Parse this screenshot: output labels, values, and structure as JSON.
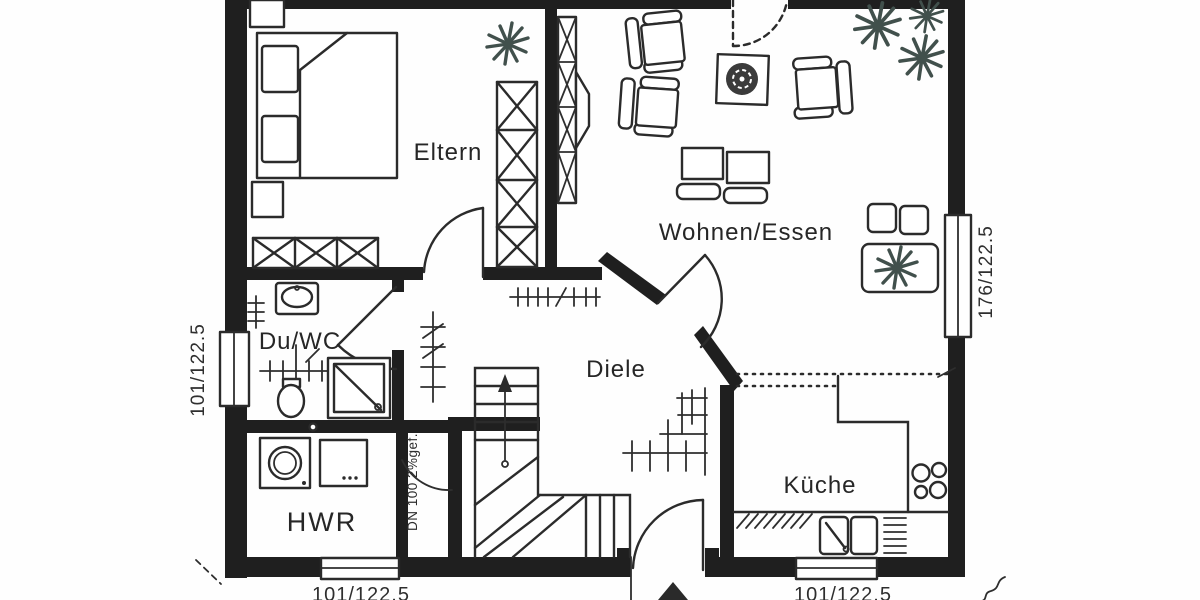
{
  "document": {
    "type": "scanned floor plan (ground floor)",
    "language": "de"
  },
  "rooms": [
    {
      "id": "eltern",
      "label": "Eltern"
    },
    {
      "id": "wohnen-essen",
      "label": "Wohnen/Essen"
    },
    {
      "id": "du-wc",
      "label": "Du/WC"
    },
    {
      "id": "diele",
      "label": "Diele"
    },
    {
      "id": "hwr",
      "label": "HWR"
    },
    {
      "id": "kueche",
      "label": "Küche"
    }
  ],
  "dimensions": {
    "left_window": "101/122.5",
    "right_window": "176/122.5",
    "bottom_left_window": "101/122.5",
    "bottom_right_window": "101/122.5"
  },
  "annotations": {
    "drain_pipe": "DN 100 2%gef."
  },
  "colors": {
    "ink": "#2b2b2b",
    "wall": "#1f1f1f",
    "plant": "#41504c",
    "paper": "#fefefe"
  },
  "icons": [
    "plant-icon",
    "stair-direction-arrow",
    "door-swing-arc",
    "radiator-symbol",
    "window-symbol",
    "north-marker"
  ]
}
